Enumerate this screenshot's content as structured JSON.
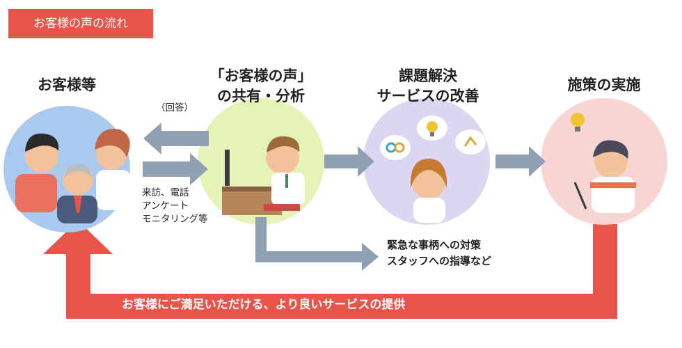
{
  "header": {
    "label": "お客様の声の流れ"
  },
  "stages": [
    {
      "title_lines": [
        "お客様等"
      ]
    },
    {
      "title_lines": [
        "「お客様の声」",
        "の共有・分析"
      ]
    },
    {
      "title_lines": [
        "課題解決",
        "サービスの改善"
      ]
    },
    {
      "title_lines": [
        "施策の実施"
      ]
    }
  ],
  "reply_label": "（回答）",
  "channels": [
    "来訪、電話",
    "アンケート",
    "モニタリング等"
  ],
  "actions": [
    "緊急な事柄への対策",
    "スタッフへの指導など"
  ],
  "feedback_label": "お客様にご満足いただける、より良いサービスの提供",
  "colors": {
    "header_bg": "#e8544a",
    "customers_circle": "#a9c9ef",
    "analysis_circle": "#e6f3b6",
    "improvement_circle": "#ddd6f3",
    "implementation_circle": "#f7d5d3",
    "arrow_gray": "#8fa0b3",
    "arrow_red": "#e8544a"
  }
}
